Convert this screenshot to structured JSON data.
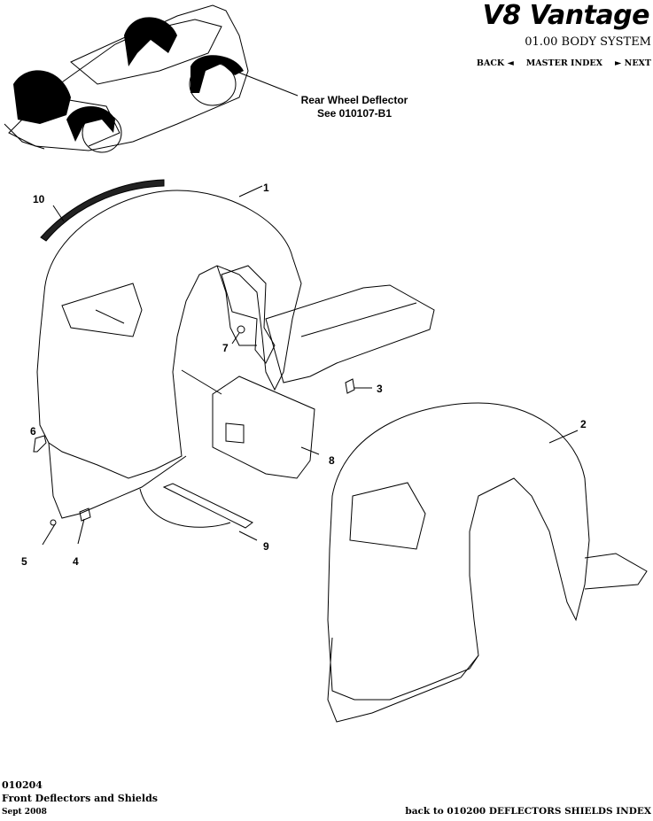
{
  "header": {
    "brand": "V8 Vantage",
    "system": "01.00 BODY SYSTEM",
    "nav": {
      "back": "BACK ◄",
      "master_index": "MASTER INDEX",
      "next": "► NEXT"
    }
  },
  "rear_note": {
    "line1": "Rear Wheel Deflector",
    "line2": "See 010107-B1"
  },
  "callouts": [
    "1",
    "2",
    "3",
    "4",
    "5",
    "6",
    "7",
    "8",
    "9",
    "10"
  ],
  "footer": {
    "code": "010204",
    "title": "Front Deflectors and Shields",
    "date": "Sept 2008",
    "back_link": "back to 010200 DEFLECTORS SHIELDS INDEX"
  }
}
